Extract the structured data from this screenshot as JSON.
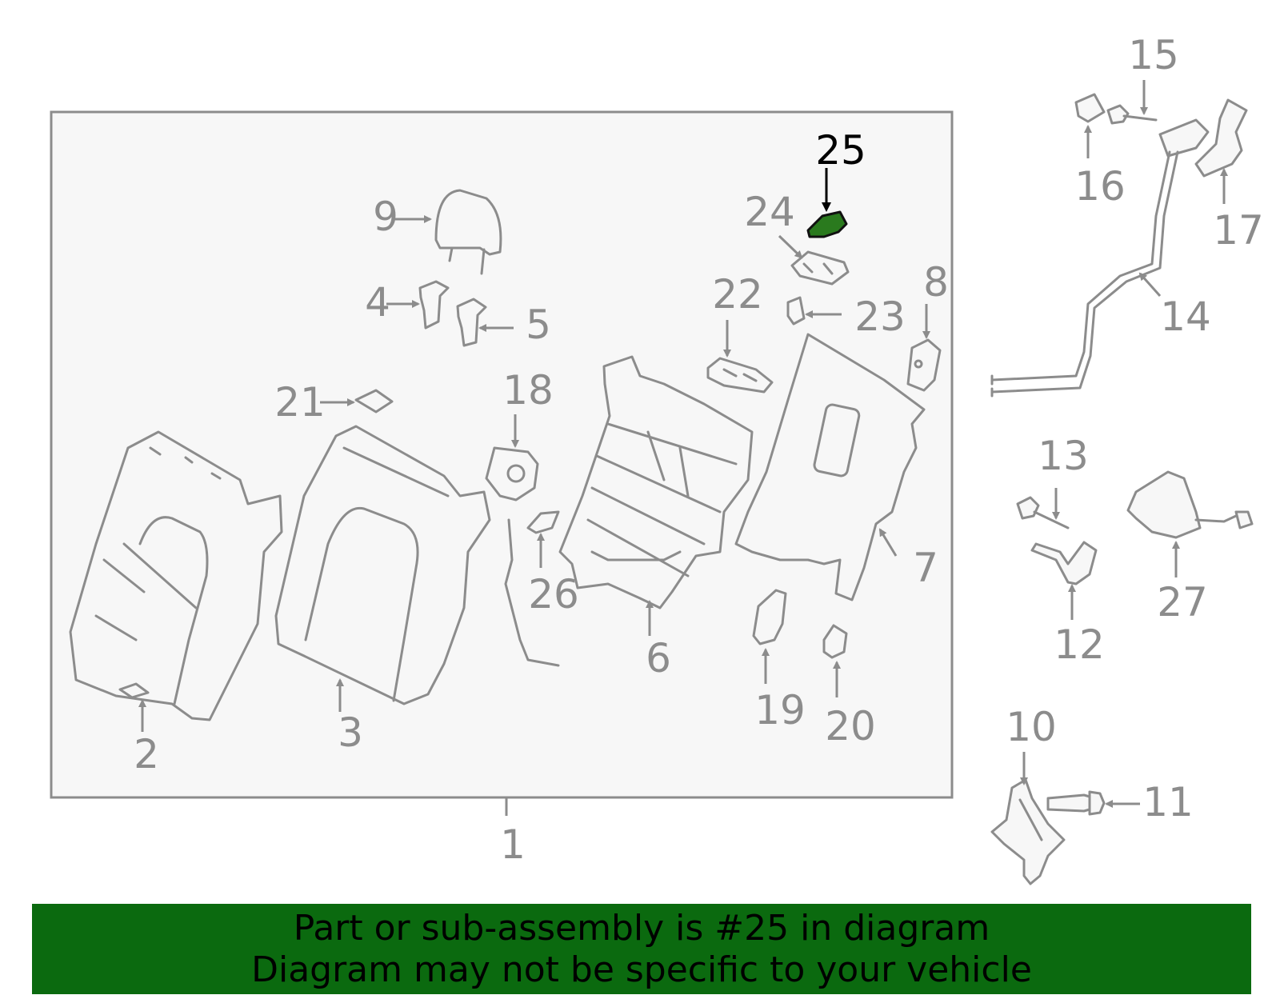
{
  "callouts": {
    "c1": "1",
    "c2": "2",
    "c3": "3",
    "c4": "4",
    "c5": "5",
    "c6": "6",
    "c7": "7",
    "c8": "8",
    "c9": "9",
    "c10": "10",
    "c11": "11",
    "c12": "12",
    "c13": "13",
    "c14": "14",
    "c15": "15",
    "c16": "16",
    "c17": "17",
    "c18": "18",
    "c19": "19",
    "c20": "20",
    "c21": "21",
    "c22": "22",
    "c23": "23",
    "c24": "24",
    "c25": "25",
    "c26": "26",
    "c27": "27"
  },
  "highlighted_part": "25",
  "colors": {
    "highlight_fill": "#2a7a1e",
    "banner_background": "#0b6a0f",
    "part_stroke": "#8c8c8c",
    "panel_background": "#f7f7f7"
  },
  "banner": {
    "line1": "Part or sub-assembly is #25 in diagram",
    "line2": "Diagram may not be specific to your vehicle"
  }
}
